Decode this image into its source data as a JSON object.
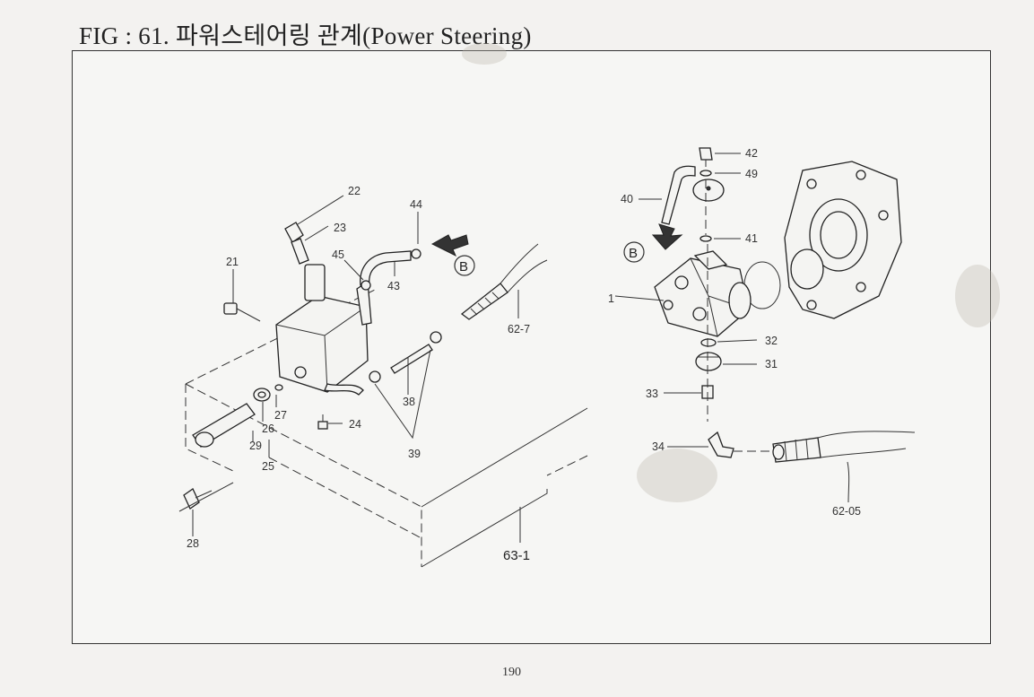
{
  "figure": {
    "title": "FIG : 61. 파워스테어링 관계(Power Steering)",
    "page_number": "190"
  },
  "callouts": {
    "p21": "21",
    "p22": "22",
    "p23": "23",
    "p44": "44",
    "p45": "45",
    "p43": "43",
    "view_b_left": "B",
    "p62_7": "62-7",
    "p38": "38",
    "p39": "39",
    "p27": "27",
    "p26": "26",
    "p29": "29",
    "p25": "25",
    "p24": "24",
    "p28": "28",
    "p63_1": "63-1",
    "p42": "42",
    "p49": "49",
    "p40": "40",
    "p41": "41",
    "view_b_right": "B",
    "p1": "1",
    "p32": "32",
    "p31": "31",
    "p33": "33",
    "p34": "34",
    "p62_05": "62-05"
  }
}
